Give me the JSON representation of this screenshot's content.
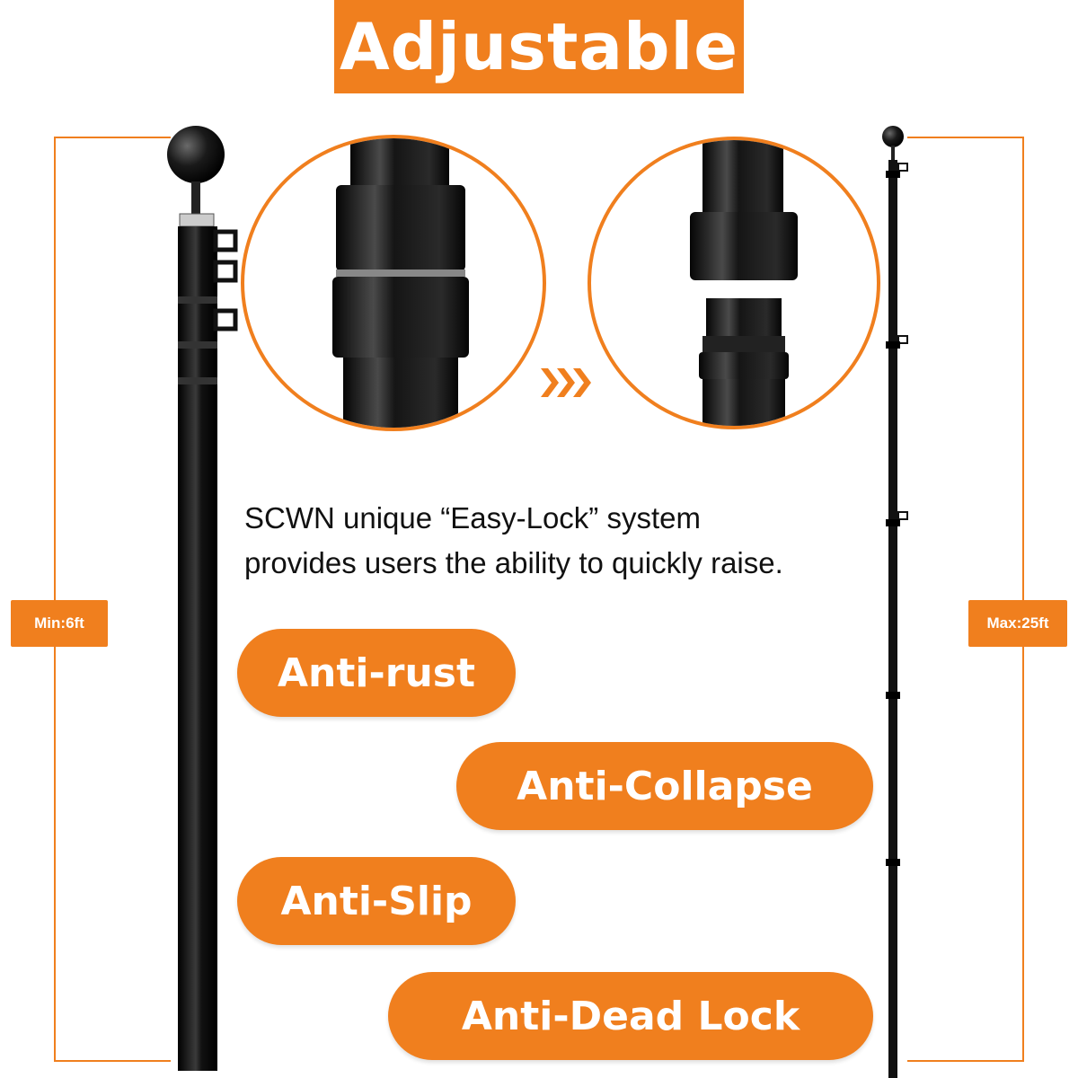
{
  "title": "Adjustable",
  "dimensions": {
    "min_label": "Min:6ft",
    "max_label": "Max:25ft"
  },
  "description": {
    "line1": "SCWN unique “Easy-Lock” system",
    "line2": "provides users the ability to quickly raise."
  },
  "features": [
    {
      "label": "Anti-rust"
    },
    {
      "label": "Anti-Collapse"
    },
    {
      "label": "Anti-Slip"
    },
    {
      "label": "Anti-Dead Lock"
    }
  ],
  "colors": {
    "accent": "#f07f1e",
    "pole": "#111111",
    "text": "#111111",
    "background": "#ffffff"
  },
  "icons": {
    "transition": "triple-chevron-right-icon",
    "finial": "ball-finial-icon"
  }
}
